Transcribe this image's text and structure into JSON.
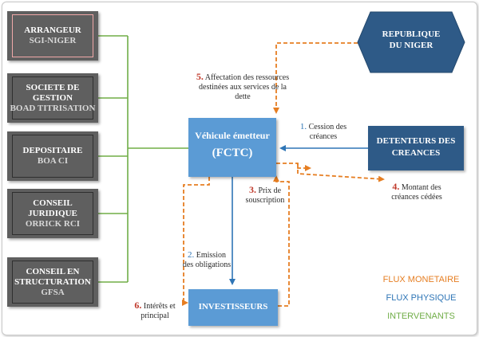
{
  "intervenants": [
    {
      "label": "ARRANGEUR",
      "sub": "SGI-NIGER"
    },
    {
      "label": "SOCIETE DE GESTION",
      "sub": "BOAD TITRISATION"
    },
    {
      "label": "DEPOSITAIRE",
      "sub": "BOA CI"
    },
    {
      "label": "CONSEIL JURIDIQUE",
      "sub": "ORRICK RCI"
    },
    {
      "label": "CONSEIL EN STRUCTURATION",
      "sub": "GFSA"
    }
  ],
  "republique": "REPUBLIQUE DU NIGER",
  "vehicule": {
    "title": "Véhicule émetteur",
    "sub": "(FCTC)"
  },
  "detenteurs": "DETENTEURS DES CREANCES",
  "investisseurs": "INVESTISSEURS",
  "steps": {
    "s1": {
      "num": "1.",
      "text": "Cession des créances"
    },
    "s2": {
      "num": "2.",
      "text": "Emission des obligations"
    },
    "s3": {
      "num": "3.",
      "text": "Prix de souscription"
    },
    "s4": {
      "num": "4.",
      "text": "Montant des créances cédées"
    },
    "s5": {
      "num": "5.",
      "text": "Affectation des ressources destinées aux services de la dette"
    },
    "s6": {
      "num": "6.",
      "text": "Intérêts et principal"
    }
  },
  "legend": {
    "monetaire": "FLUX MONETAIRE",
    "physique": "FLUX PHYSIQUE",
    "intervenants": "INTERVENANTS"
  },
  "colors": {
    "monetaire": "#e67e22",
    "physique": "#2e75b6",
    "intervenants": "#70ad47"
  }
}
